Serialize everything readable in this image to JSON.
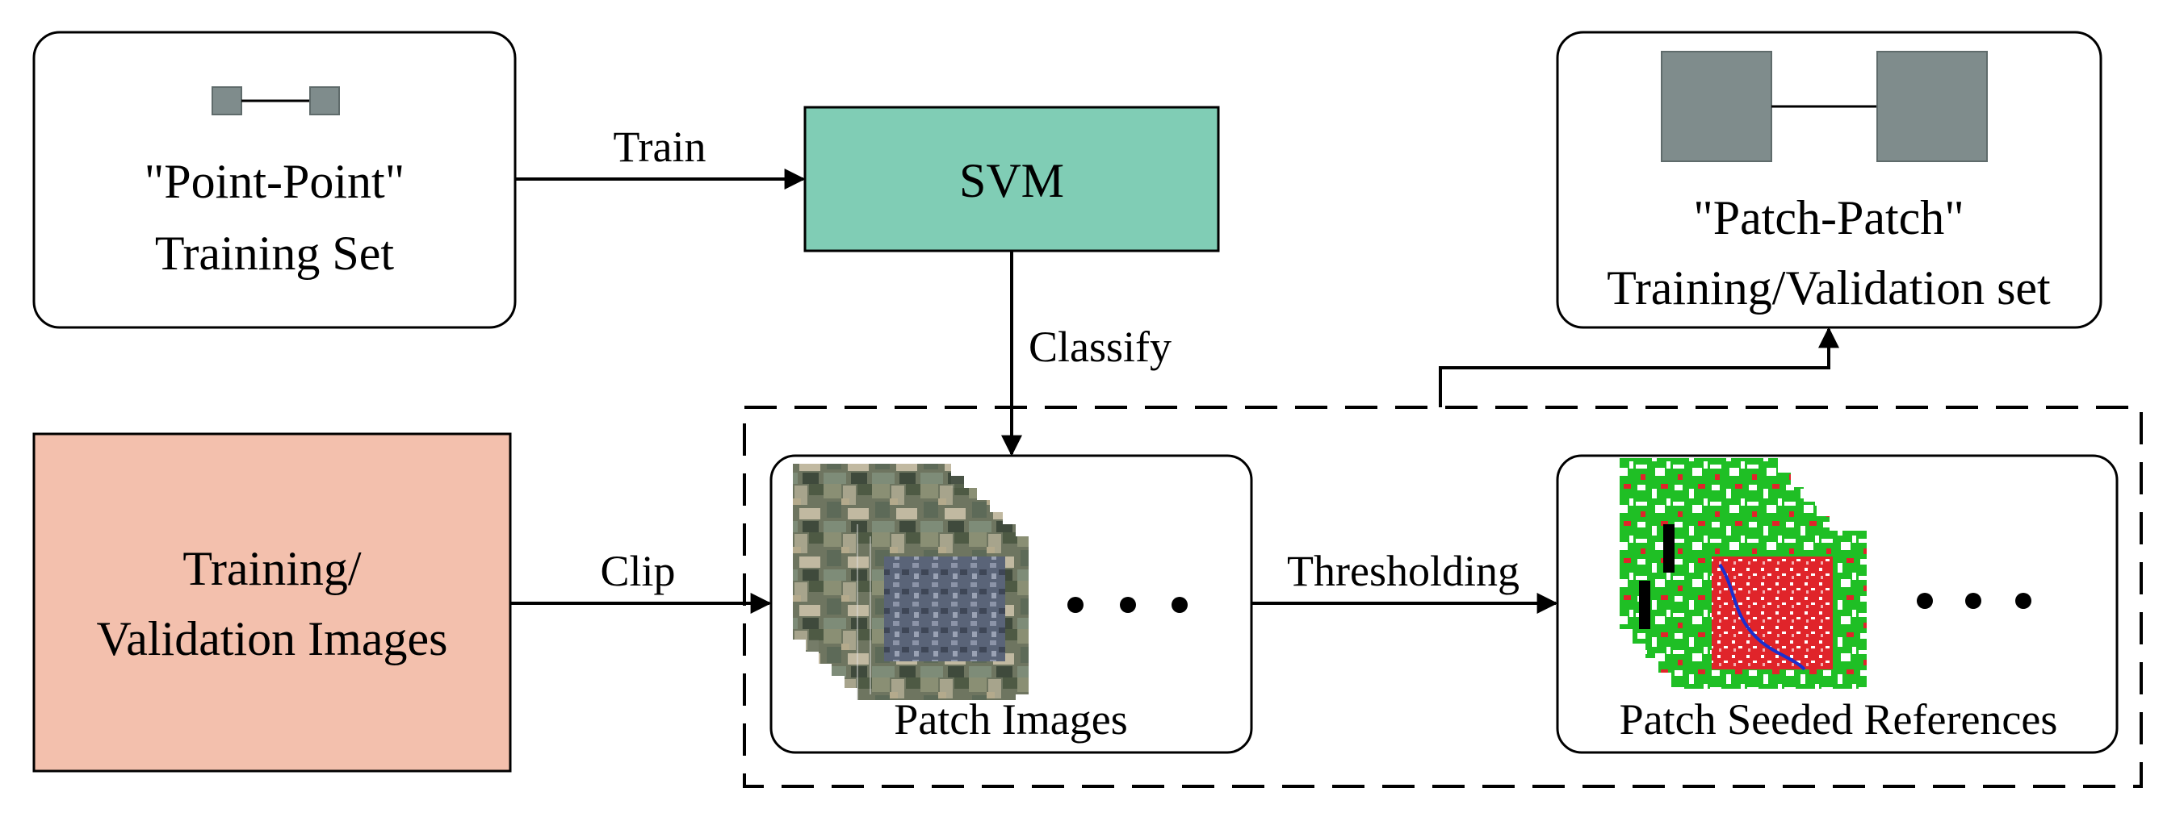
{
  "nodes": {
    "point_training_set": {
      "line1": "\"Point-Point\"",
      "line2": "Training Set"
    },
    "svm": {
      "label": "SVM"
    },
    "patch_training_set": {
      "line1": "\"Patch-Patch\"",
      "line2": "Training/Validation set"
    },
    "training_images": {
      "line1": "Training/",
      "line2": "Validation Images"
    },
    "patch_images": {
      "caption": "Patch Images"
    },
    "patch_references": {
      "caption": "Patch Seeded References"
    }
  },
  "edges": {
    "train": "Train",
    "classify": "Classify",
    "clip": "Clip",
    "thresholding": "Thresholding"
  },
  "colors": {
    "svm_fill": "#80cdb5",
    "images_fill": "#f3c0ad",
    "icon_fill": "#7f8c8c",
    "seed_green": "#1fbf25",
    "seed_red": "#e0242a",
    "seed_white": "#ffffff"
  }
}
